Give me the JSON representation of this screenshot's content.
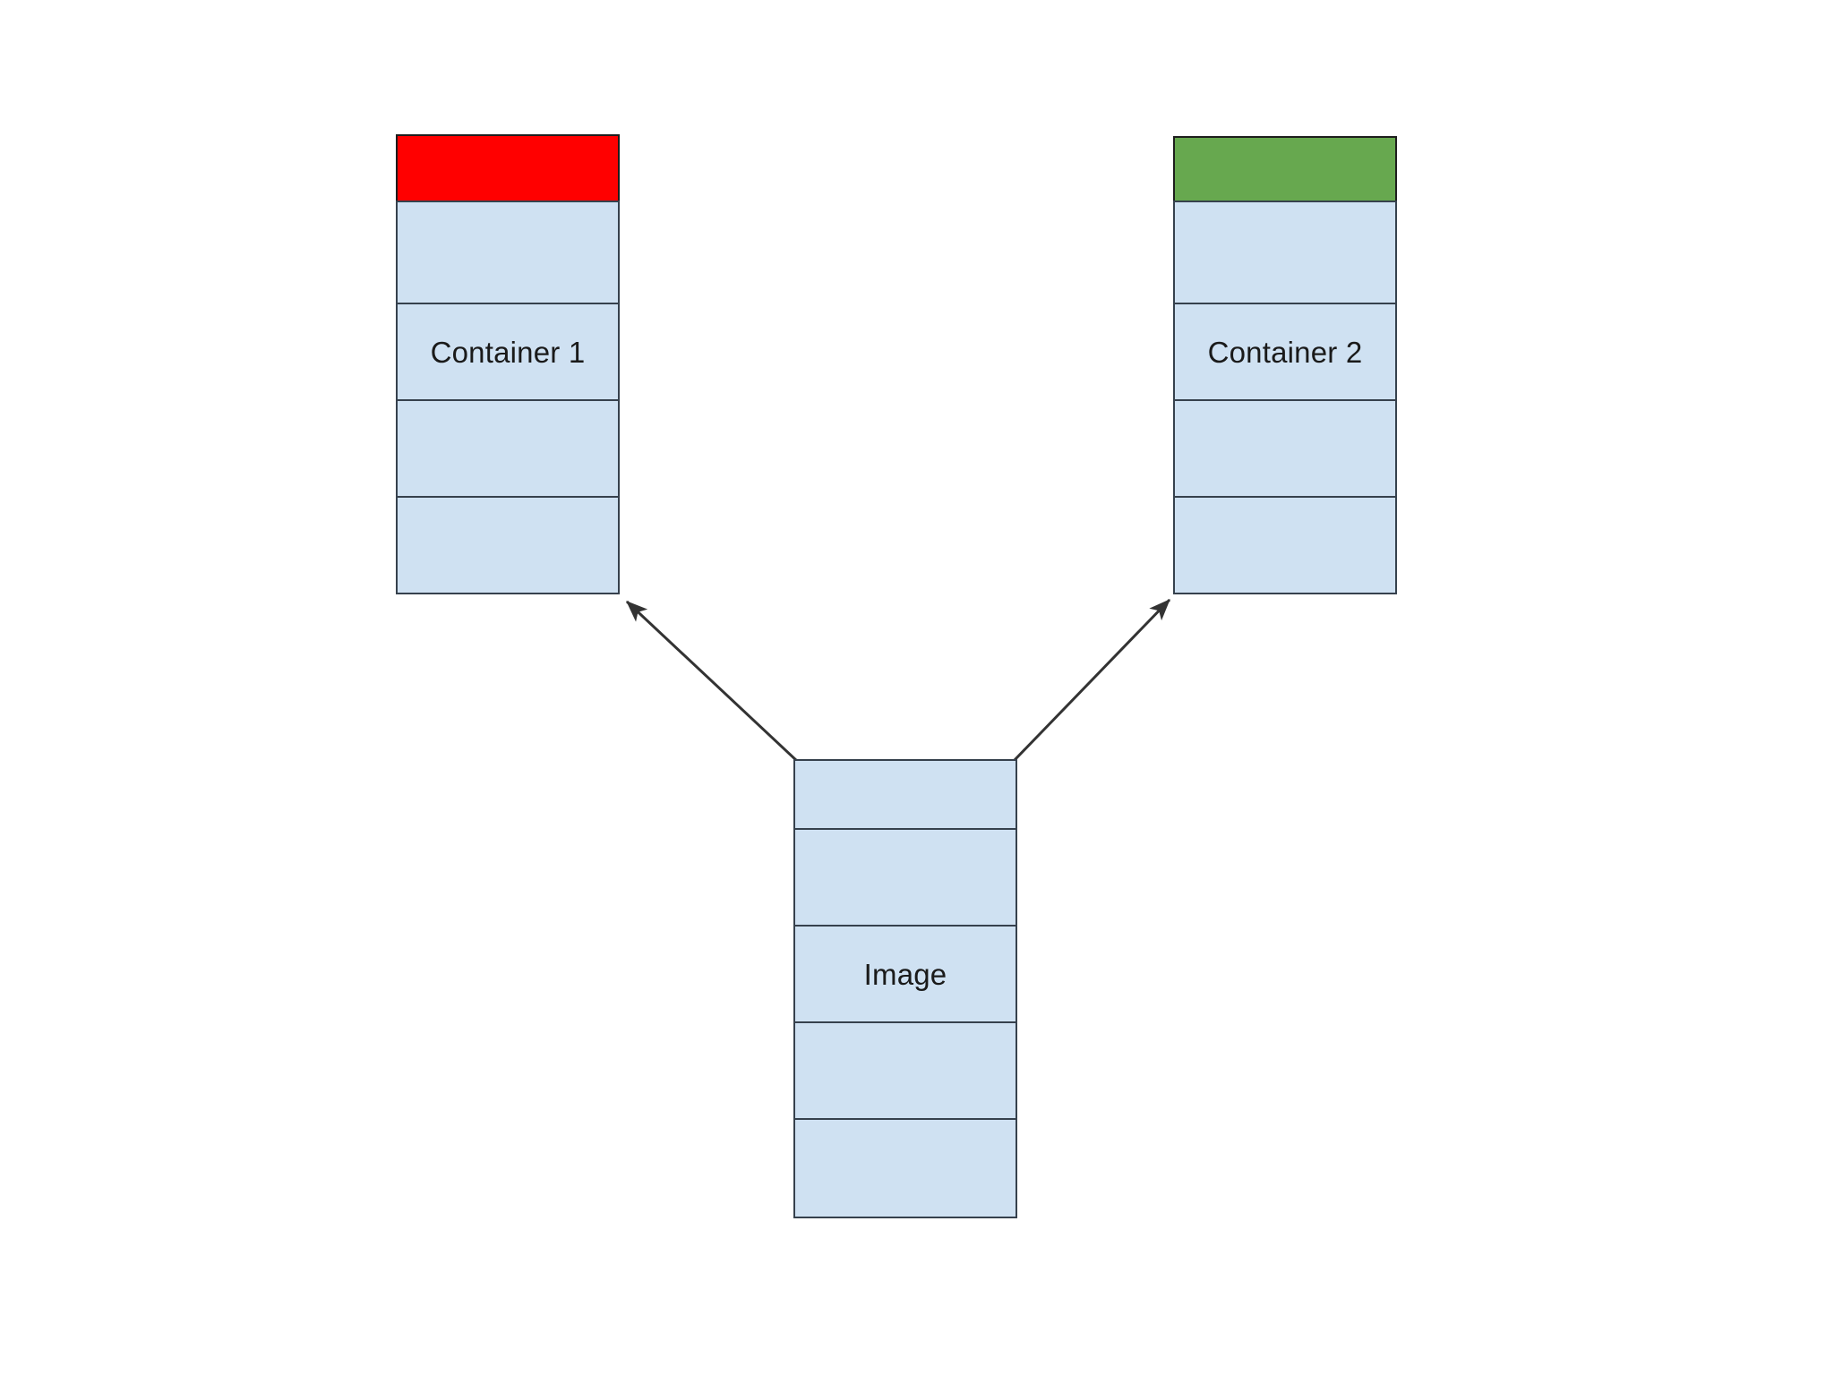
{
  "diagram": {
    "title": "Container image layering diagram",
    "background_color": "#ffffff",
    "palette": {
      "layer_fill": "#cfe1f2",
      "layer_stroke": "#36414d",
      "writable_layer_container_1": "#ff0000",
      "writable_layer_container_2": "#67a84f",
      "arrow_color": "#333333",
      "text_color": "#1a1a1a"
    },
    "nodes": [
      {
        "id": "container-1",
        "label": "Container 1",
        "label_layer_index": 2,
        "layers": [
          {
            "name": "writable-layer",
            "fill": "#ff0000",
            "height": 76
          },
          {
            "name": "image-layer-4",
            "fill": "#cfe1f2",
            "height": 116
          },
          {
            "name": "image-layer-3",
            "fill": "#cfe1f2",
            "height": 110
          },
          {
            "name": "image-layer-2",
            "fill": "#cfe1f2",
            "height": 110
          },
          {
            "name": "image-layer-1",
            "fill": "#cfe1f2",
            "height": 110
          }
        ]
      },
      {
        "id": "container-2",
        "label": "Container 2",
        "label_layer_index": 2,
        "layers": [
          {
            "name": "writable-layer",
            "fill": "#67a84f",
            "height": 74
          },
          {
            "name": "image-layer-4",
            "fill": "#cfe1f2",
            "height": 116
          },
          {
            "name": "image-layer-3",
            "fill": "#cfe1f2",
            "height": 110
          },
          {
            "name": "image-layer-2",
            "fill": "#cfe1f2",
            "height": 110
          },
          {
            "name": "image-layer-1",
            "fill": "#cfe1f2",
            "height": 110
          }
        ]
      },
      {
        "id": "image",
        "label": "Image",
        "label_layer_index": 2,
        "layers": [
          {
            "name": "image-layer-5",
            "fill": "#cfe1f2",
            "height": 79
          },
          {
            "name": "image-layer-4",
            "fill": "#cfe1f2",
            "height": 110
          },
          {
            "name": "image-layer-3",
            "fill": "#cfe1f2",
            "height": 110
          },
          {
            "name": "image-layer-2",
            "fill": "#cfe1f2",
            "height": 110
          },
          {
            "name": "image-layer-1",
            "fill": "#cfe1f2",
            "height": 112
          }
        ]
      }
    ],
    "edges": [
      {
        "id": "image-to-container-1",
        "from": "image",
        "to": "container-1",
        "label": "",
        "arrowhead": "end"
      },
      {
        "id": "image-to-container-2",
        "from": "image",
        "to": "container-2",
        "label": "",
        "arrowhead": "end"
      }
    ]
  }
}
